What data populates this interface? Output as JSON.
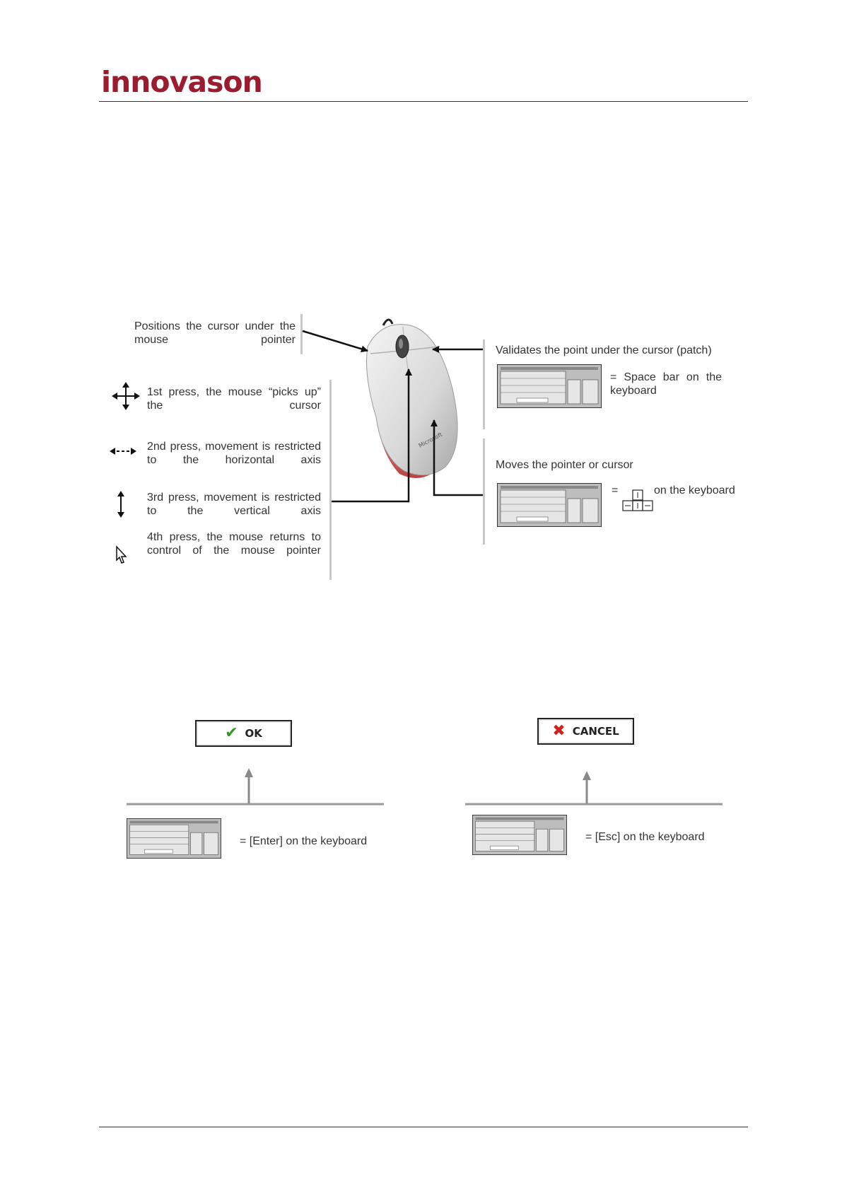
{
  "header": {
    "logo_text": "innovason"
  },
  "mouse_diagram": {
    "left_button_desc": "Positions the cursor under the mouse pointer",
    "wheel_steps": [
      {
        "icon": "four-way-arrow-icon",
        "text": "1st press, the mouse “picks up” the cursor"
      },
      {
        "icon": "horizontal-arrow-icon",
        "text": "2nd press, movement is restricted to the horizontal axis"
      },
      {
        "icon": "vertical-arrow-icon",
        "text": "3rd press, movement is restricted to the vertical axis"
      },
      {
        "icon": "mouse-pointer-icon",
        "text": "4th press, the mouse returns to control of the mouse pointer"
      }
    ],
    "right_button_desc": "Validates the point under the cursor (patch)",
    "right_button_key": "= Space bar on the keyboard",
    "move_desc": "Moves the pointer or cursor",
    "move_key_eq": "=",
    "move_key_suffix": "on the keyboard",
    "mouse_brand": "Microsoft"
  },
  "dialog_buttons": {
    "ok": {
      "label": "OK",
      "icon": "checkmark-icon",
      "key_desc": "= [Enter] on the keyboard"
    },
    "cancel": {
      "label": "CANCEL",
      "icon": "cross-icon",
      "key_desc": "= [Esc] on the keyboard"
    }
  },
  "colors": {
    "brand": "#9b1c2e",
    "ok_green": "#2e9a1e",
    "cancel_red": "#d02020"
  }
}
